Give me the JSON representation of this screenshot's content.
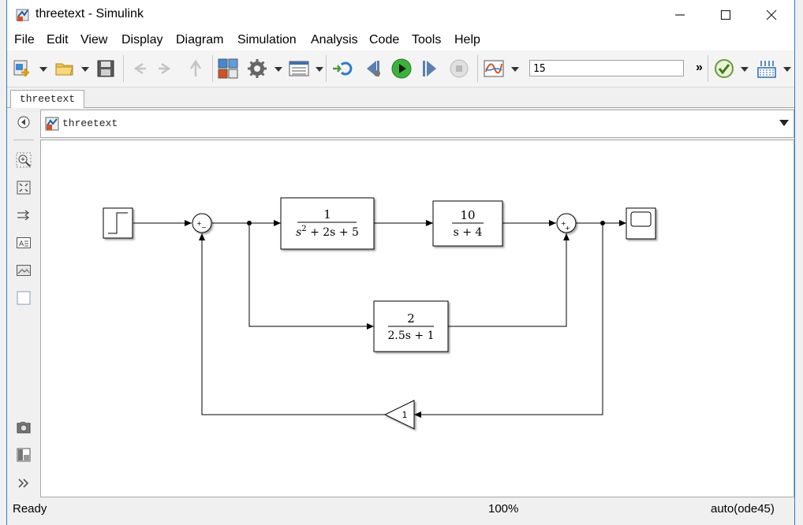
{
  "window": {
    "title": "threetext - Simulink"
  },
  "menu": [
    "File",
    "Edit",
    "View",
    "Display",
    "Diagram",
    "Simulation",
    "Analysis",
    "Code",
    "Tools",
    "Help"
  ],
  "toolbar": {
    "stop_time": "15",
    "more_label": "»"
  },
  "tab": {
    "label": "threetext"
  },
  "address": {
    "path": "threetext"
  },
  "diagram": {
    "tf1": {
      "num": "1",
      "den_a": "s",
      "den_sup": "2",
      "den_b": " + 2s + 5"
    },
    "tf2": {
      "num": "10",
      "den": "s + 4"
    },
    "tf3": {
      "num": "2",
      "den": "2.5s + 1"
    },
    "gain": "1",
    "sum1_signs": [
      "+",
      "−"
    ],
    "sum2_signs": [
      "+",
      "+"
    ]
  },
  "status": {
    "left": "Ready",
    "zoom": "100%",
    "solver": "auto(ode45)"
  },
  "colors": {
    "titlebar_border": "#2a7bd6",
    "run_green": "#3bb33b",
    "block_fill": "#ffffff",
    "canvas": "#ffffff"
  }
}
